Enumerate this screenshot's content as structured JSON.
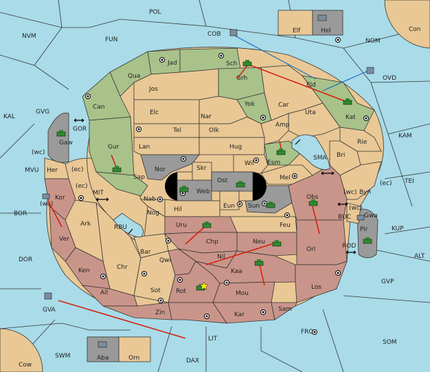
{
  "colors": {
    "sea": "#a9dbe8",
    "green": "#a8c28a",
    "tan": "#e9c895",
    "red": "#c9958a",
    "gray": "#9a9a9a",
    "order_arrow": "#d4220e",
    "support_line": "#1b6fc2",
    "army": "#2f8a2f"
  },
  "provinces": {
    "POL": "POL",
    "NVM": "NVM",
    "FUN": "FUN",
    "COB": "COB",
    "NOM": "NOM",
    "Con": "Con",
    "Elf": "Elf",
    "Hel": "Hel",
    "OVD": "OVD",
    "KAL": "KAL",
    "GVG": "GVG",
    "GOR": "GOR",
    "MVU": "MVU",
    "BOR": "BOR",
    "DOR": "DOR",
    "GVA": "GVA",
    "SWM": "SWM",
    "Cow": "Cow",
    "Aba": "Aba",
    "Orn": "Orn",
    "DAX": "DAX",
    "LIT": "LIT",
    "FRO": "FRO",
    "SOM": "SOM",
    "GVP": "GVP",
    "ALT": "ALT",
    "KUP": "KUP",
    "TEI": "TEI",
    "KAM": "KAM",
    "SMA": "SMA",
    "MIT": "MIT",
    "RBU": "RBU",
    "BUC": "BUC",
    "ROD": "ROD",
    "Jad": "Jad",
    "Sch": "Sch",
    "Qua": "Qua",
    "Jos": "Jos",
    "Grh": "Grh",
    "Eld": "Eld",
    "Can": "Can",
    "Elc": "Elc",
    "Nar": "Nar",
    "Yok": "Yok",
    "Car": "Car",
    "Uta": "Uta",
    "Kat": "Kat",
    "Tel": "Tel",
    "Olk": "Olk",
    "Amp": "Amp",
    "Gaw": "Gaw",
    "Gur": "Gur",
    "Lan": "Lan",
    "Hug": "Hug",
    "Esm": "Esm",
    "Rie": "Rie",
    "Bri": "Bri",
    "Nor": "Nor",
    "Skr": "Skr",
    "Wil": "Wil",
    "Her": "Her",
    "Sap": "Sap",
    "Ost": "Ost",
    "Web": "Web",
    "Mel": "Mel",
    "Byn": "Byn",
    "Kor": "Kor",
    "Nab": "Nab",
    "Eun": "Eun",
    "Sun": "Sun",
    "Obs": "Obs",
    "Hil": "Hil",
    "Ark": "Ark",
    "Nog": "Nog",
    "Gwa": "Gwa",
    "Uru": "Uru",
    "Feu": "Feu",
    "Pir": "Pir",
    "Chp": "Chp",
    "Ver": "Ver",
    "Bar": "Bar",
    "Neu": "Neu",
    "Orl": "Orl",
    "Qwi": "Qwi",
    "Nil": "Nil",
    "Ken": "Ken",
    "Chr": "Chr",
    "Kaa": "Kaa",
    "Ail": "Ail",
    "Sot": "Sot",
    "Rot": "Rot",
    "Los": "Los",
    "Mou": "Mou",
    "Zin": "Zin",
    "Kar": "Kar",
    "Sam": "Sam"
  },
  "coast_tags": {
    "wc": "(wc)",
    "ec": "(ec)"
  }
}
